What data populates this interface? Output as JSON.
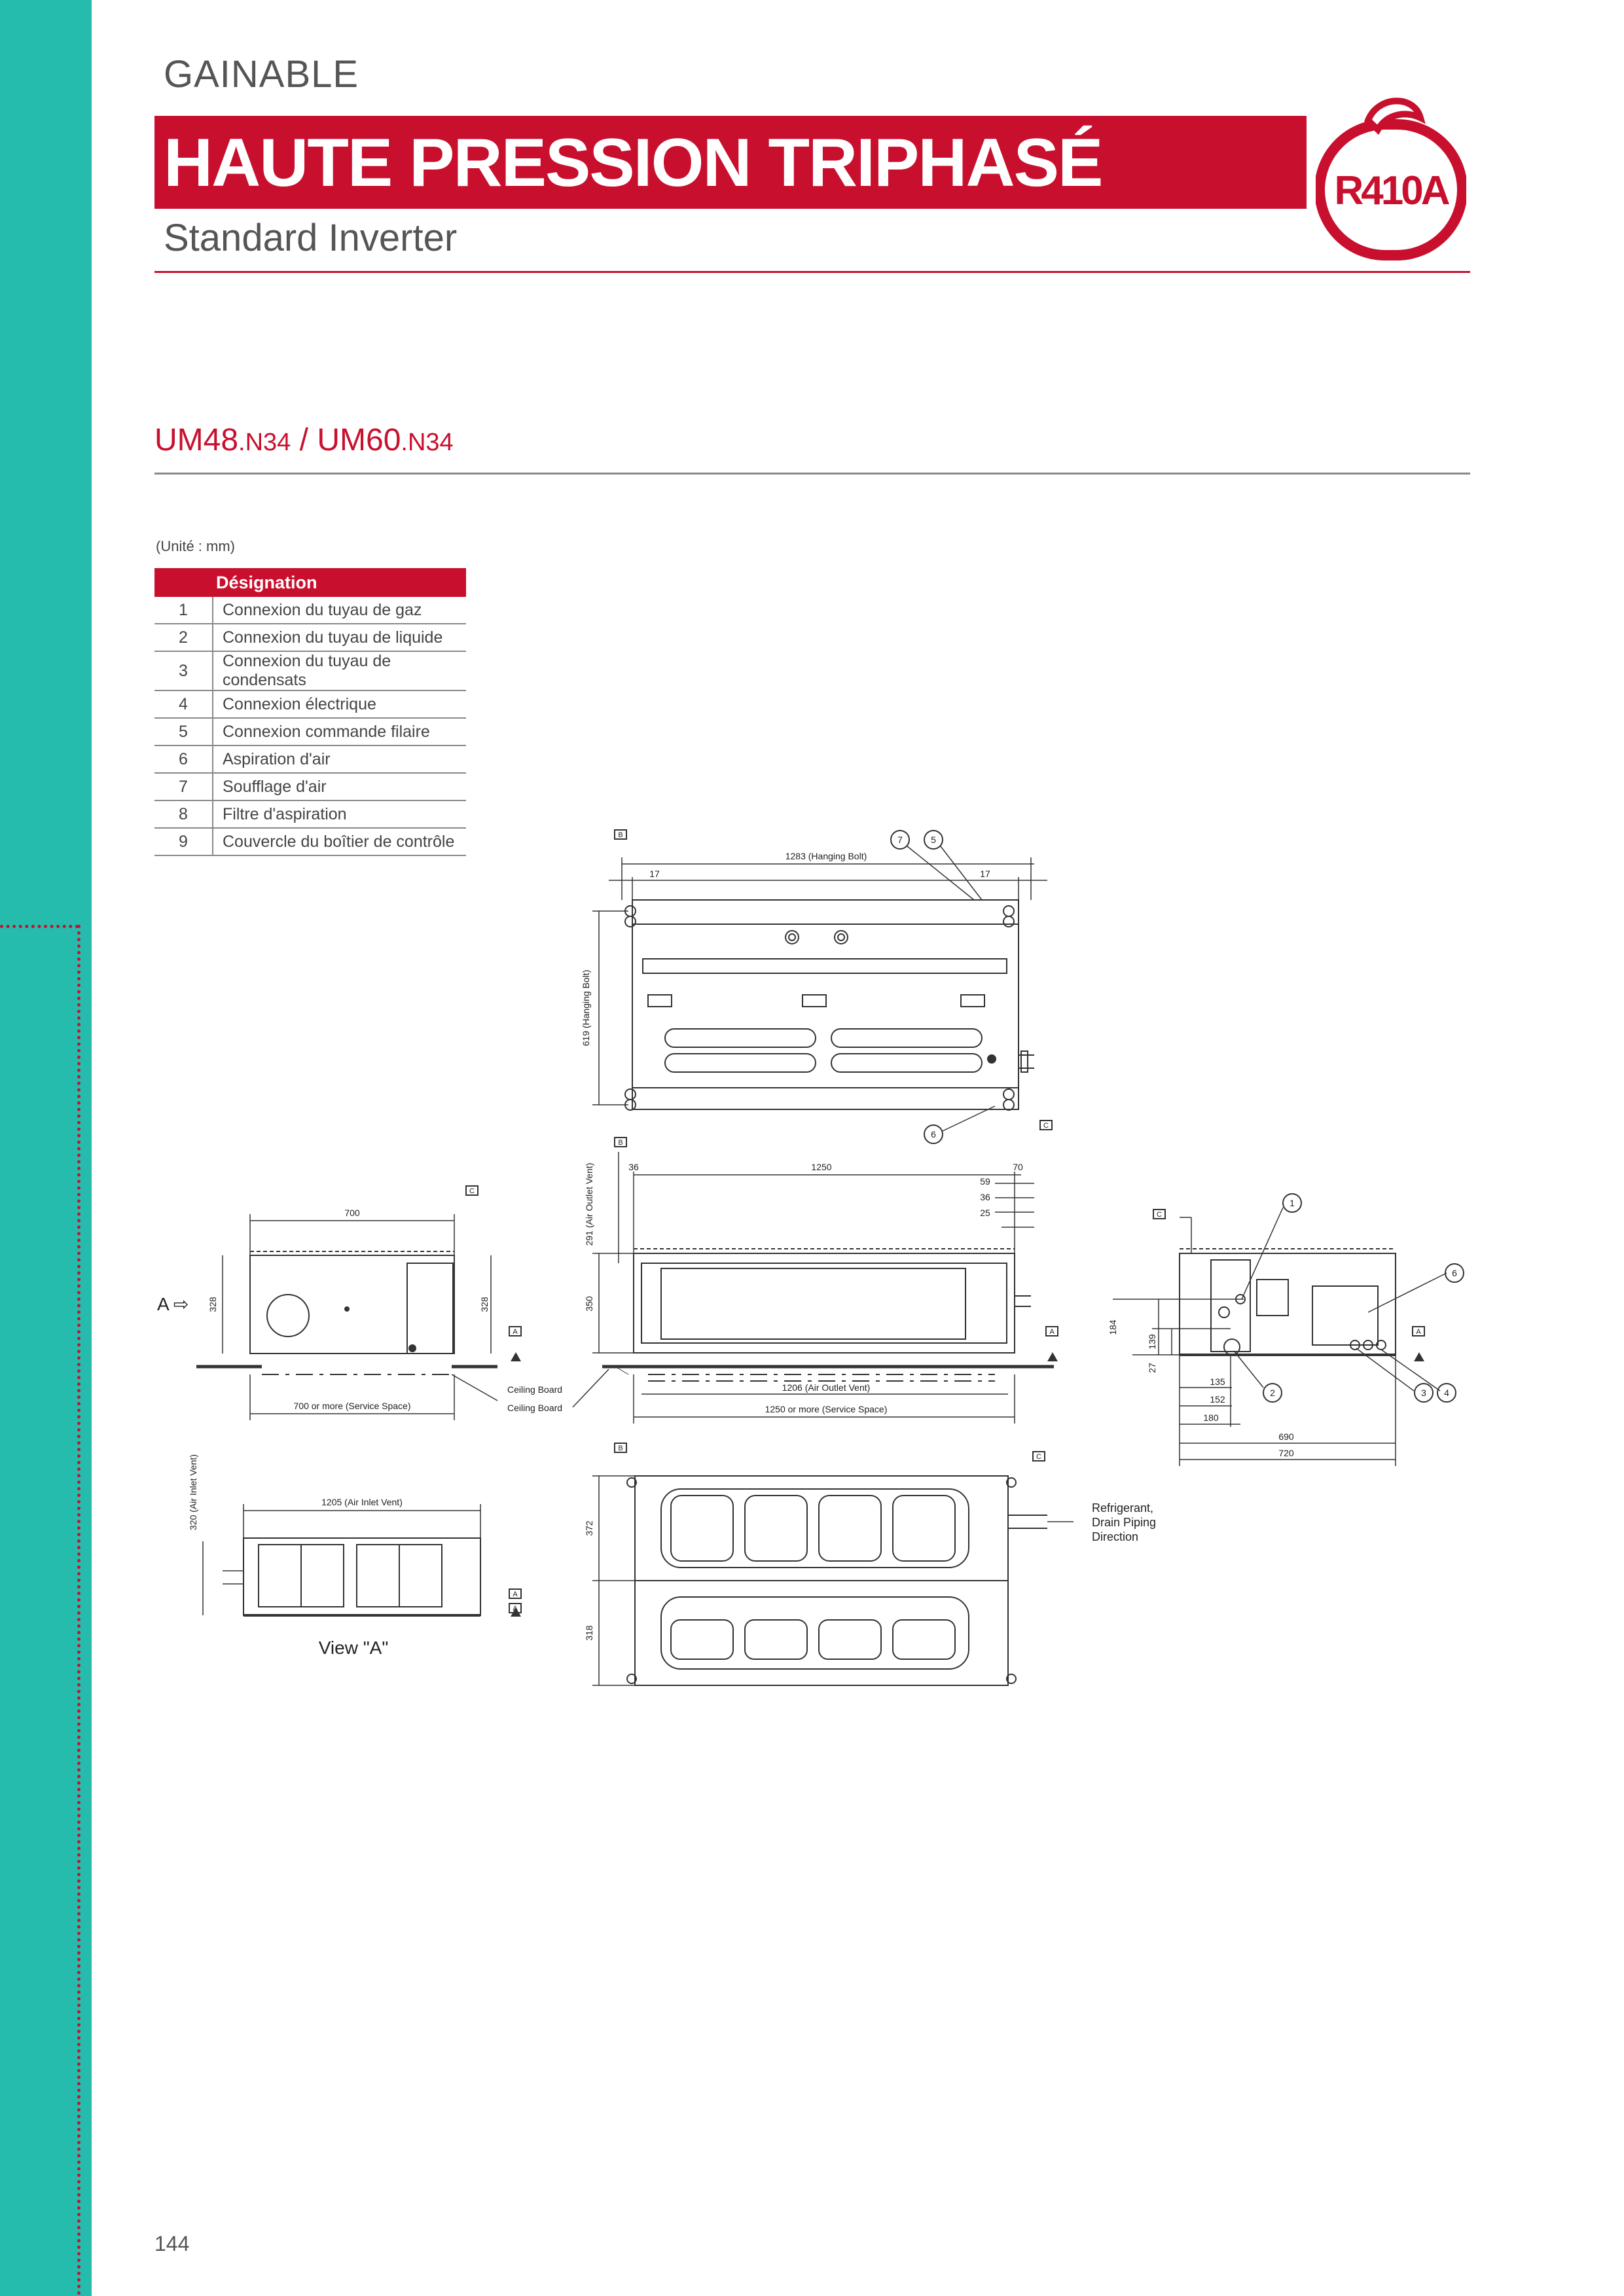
{
  "header": {
    "category": "GAINABLE",
    "title": "HAUTE PRESSION TRIPHASÉ",
    "subtitle": "Standard Inverter",
    "badge_label": "R410A"
  },
  "model": {
    "part1": "UM48",
    "suffix1": ".N34",
    "separator": " / ",
    "part2": "UM60",
    "suffix2": ".N34"
  },
  "unit_note": "(Unité : mm)",
  "legend": {
    "header": "Désignation",
    "rows": [
      {
        "num": "1",
        "label": "Connexion du tuyau de gaz"
      },
      {
        "num": "2",
        "label": "Connexion du tuyau de liquide"
      },
      {
        "num": "3",
        "label": "Connexion du tuyau de condensats"
      },
      {
        "num": "4",
        "label": "Connexion électrique"
      },
      {
        "num": "5",
        "label": "Connexion commande filaire"
      },
      {
        "num": "6",
        "label": "Aspiration d'air"
      },
      {
        "num": "7",
        "label": "Soufflage d'air"
      },
      {
        "num": "8",
        "label": "Filtre d'aspiration"
      },
      {
        "num": "9",
        "label": "Couvercle du boîtier de contrôle"
      }
    ]
  },
  "drawing": {
    "dim_1283": "1283 (Hanging Bolt)",
    "dim_17a": "17",
    "dim_17b": "17",
    "dim_619": "619 (Hanging Bolt)",
    "dim_291": "291 (Air Outlet Vent)",
    "dim_36": "36",
    "dim_1250": "1250",
    "dim_70": "70",
    "dim_59": "59",
    "dim_36b": "36",
    "dim_25": "25",
    "dim_350": "350",
    "dim_1206": "1206 (Air Outlet Vent)",
    "dim_1250s": "1250 or more (Service Space)",
    "dim_700": "700",
    "dim_328a": "328",
    "dim_328b": "328",
    "dim_700s": "700 or more (Service Space)",
    "view_arrow": "A ⇨",
    "ceiling1": "Ceiling Board",
    "ceiling2": "Ceiling Board",
    "dim_184": "184",
    "dim_139": "139",
    "dim_27": "27",
    "dim_135": "135",
    "dim_152": "152",
    "dim_180": "180",
    "dim_690": "690",
    "dim_720": "720",
    "dim_1205": "1205 (Air Inlet Vent)",
    "dim_320": "320 (Air Inlet Vent)",
    "view_a": "View \"A\"",
    "dim_372": "372",
    "dim_318": "318",
    "refrig_1": "Refrigerant,",
    "refrig_2": "Drain Piping",
    "refrig_3": "Direction",
    "callouts": [
      "7",
      "5",
      "6",
      "1",
      "6",
      "2",
      "3",
      "4"
    ],
    "marks": [
      "B",
      "C",
      "B",
      "C",
      "A",
      "A",
      "A",
      "A",
      "C",
      "B",
      "C",
      "A"
    ]
  },
  "page_number": "144",
  "colors": {
    "accent": "#c8102e",
    "stripe": "#25bcad"
  }
}
